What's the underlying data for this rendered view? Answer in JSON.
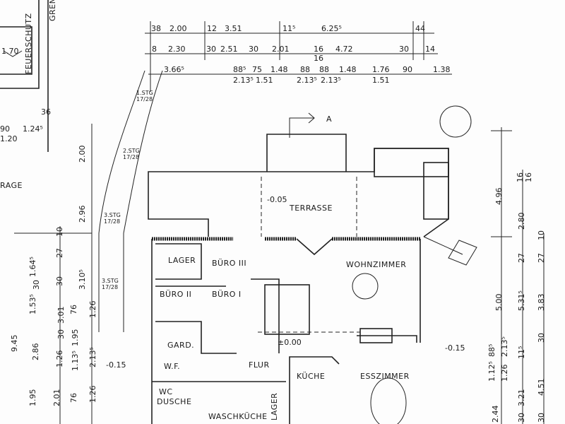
{
  "title_marker": "A",
  "rooms": {
    "terrasse": "TERRASSE",
    "lager": "LAGER",
    "buero3": "BÜRO III",
    "buero2": "BÜRO II",
    "buero1": "BÜRO I",
    "wohnzimmer": "WOHNZIMMER",
    "gard": "GARD.",
    "wf": "W.F.",
    "flur": "FLUR",
    "kueche": "KÜCHE",
    "esszimmer": "ESSZIMMER",
    "wc": "WC",
    "dusche": "DUSCHE",
    "waschkueche": "WASCHKÜCHE",
    "lager2": "LAGER",
    "garage": "RAGE",
    "feuerschutz": "FEUERSCHUTZ",
    "grenze": "GRENZ"
  },
  "levels": [
    "-0.05",
    "±0.00",
    "-0.15",
    "-0.15",
    "1.70"
  ],
  "steps": [
    "1.STG",
    "17/28",
    "2.STG",
    "17/28",
    "3.STG",
    "17/28",
    "3.STG",
    "17/28"
  ],
  "dims_top": [
    "38",
    "2.00",
    "12",
    "3.51",
    "11⁵",
    "6.25⁵",
    "44",
    "8",
    "2.30",
    "30",
    "2.51",
    "30",
    "2.01",
    "16",
    "16",
    "4.72",
    "30",
    "14",
    "3.66⁵",
    "88⁵",
    "75",
    "1.48",
    "88",
    "88",
    "1.48",
    "1.76",
    "90",
    "1.38",
    "2.13⁵",
    "1.51",
    "2.13⁵",
    "2.13⁵",
    "1.51"
  ],
  "dims_left": [
    "2.00",
    "2.96",
    "10",
    "1.64⁵",
    "27",
    "30",
    "3.10⁵",
    "30",
    "1.53⁵",
    "76",
    "1.26",
    "9.45",
    "3.01",
    "1.95",
    "30",
    "2.86",
    "1.26",
    "1.13⁵",
    "2.13⁵",
    "1.95",
    "2.01",
    "76",
    "1.26",
    "36",
    "90",
    "1.20",
    "1.24⁵"
  ],
  "dims_right": [
    "4.96",
    "16",
    "16",
    "2.80",
    "10",
    "27",
    "27",
    "5.00",
    "5.31⁵",
    "3.83",
    "30",
    "88⁵",
    "2.13⁵",
    "11⁵",
    "1.12⁵",
    "1.26",
    "3.21",
    "4.51",
    "2.44",
    "30",
    "30"
  ]
}
